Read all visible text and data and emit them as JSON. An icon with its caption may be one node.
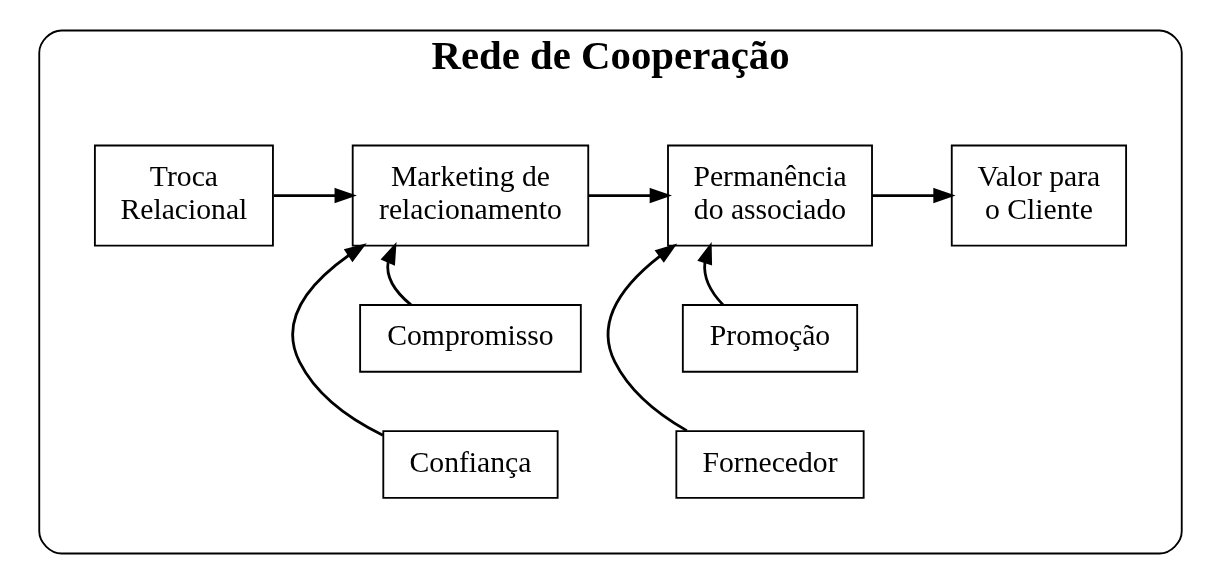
{
  "diagram": {
    "nodes": [
      {
        "text": [
          "Rede de Cooperação"
        ]
      },
      {
        "text": [
          "Compromisso"
        ],
        "in": 0
      },
      {
        "text": [
          "Promoção"
        ],
        "in": 0
      },
      {
        "text": [
          "Troca Relacional"
        ],
        "in": 0
      },
      {
        "text": [
          "Marketing de relacionamento"
        ],
        "in": 0
      },
      {
        "text": [
          "Permanência do associado"
        ],
        "in": 0
      },
      {
        "text": [
          "Valor para o Cliente"
        ],
        "in": 0
      },
      {
        "text": [
          "Confiança"
        ],
        "in": 0
      },
      {
        "text": [
          "Fornecedor"
        ],
        "in": 0
      }
    ],
    "edges": [
      {
        "from": 1,
        "to": 4,
        "arrow": "to"
      },
      {
        "from": 2,
        "to": 5,
        "arrow": "to"
      },
      {
        "from": 3,
        "to": 4,
        "arrow": "to"
      },
      {
        "from": 4,
        "to": 5,
        "arrow": "to"
      },
      {
        "from": 5,
        "to": 6,
        "arrow": "to"
      },
      {
        "from": 7,
        "to": 4,
        "arrow": "to"
      },
      {
        "from": 8,
        "to": 5,
        "arrow": "to"
      }
    ]
  }
}
